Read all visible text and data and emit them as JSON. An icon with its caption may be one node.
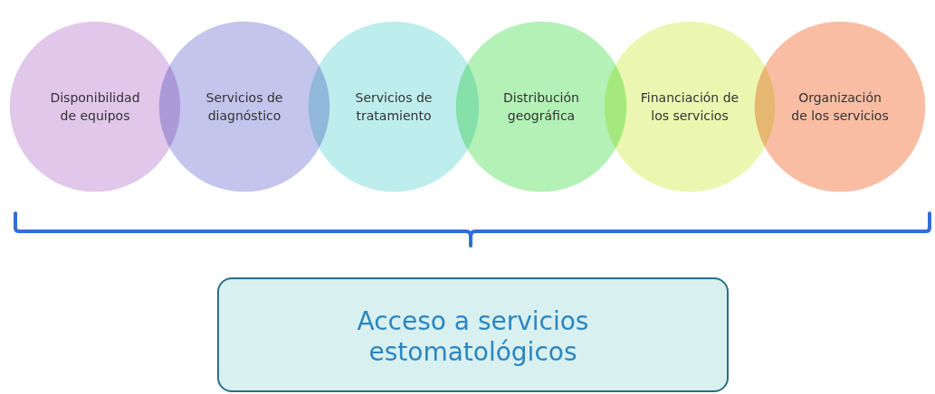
{
  "diagram": {
    "nodes": [
      {
        "text": [
          "Disponibilidad de equipos"
        ]
      },
      {
        "text": [
          "Servicios de diagnóstico"
        ]
      },
      {
        "text": [
          "Servicios de tratamiento"
        ]
      },
      {
        "text": [
          "Distribución geográfica"
        ]
      },
      {
        "text": [
          "Financiación de los servicios"
        ]
      },
      {
        "text": [
          "Organización de los servicios"
        ]
      },
      {
        "text": [
          "Acceso a servicios estomatológicos"
        ]
      }
    ]
  }
}
